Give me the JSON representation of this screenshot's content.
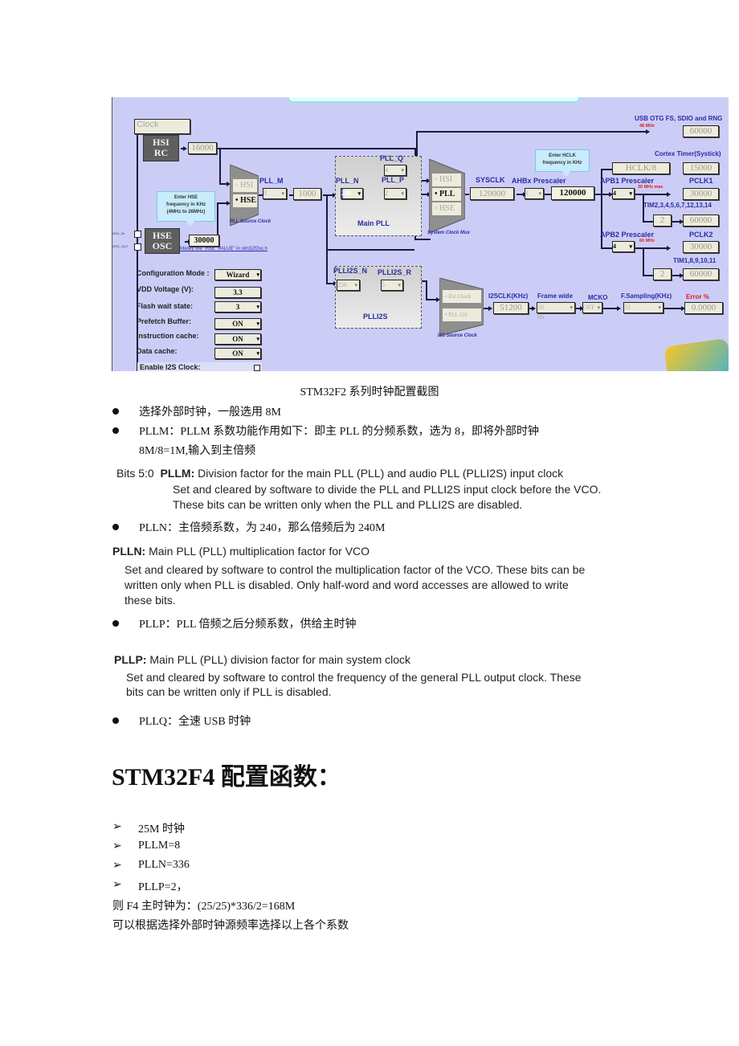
{
  "diagram": {
    "clock_label": "Clock",
    "hsi_rc": [
      "HSI",
      "RC"
    ],
    "hsi_value": "16000",
    "hse_osc": [
      "HSE",
      "OSC"
    ],
    "hse_value": "30000",
    "hse_tooltip": [
      "Enter HSE",
      "frequency in KHz",
      "(4MHz to 26MHz)"
    ],
    "hse_link": "Modify the \"HSE_VALUE\" in stm32f2xx.h",
    "pin_in": "OSC_IN",
    "pin_out": "OSC_OUT",
    "pll_source_mux": {
      "options": [
        "HSI",
        "HSE"
      ],
      "selected": "HSE",
      "label": "PLL Source Clock"
    },
    "pll_m": {
      "label": "PLL_M",
      "value": "8",
      "output": "1000"
    },
    "main_pll": {
      "label": "Main PLL",
      "pll_n": {
        "label": "PLL_N",
        "value": "240"
      },
      "pll_p": {
        "label": "PLL_P",
        "value": "2"
      },
      "pll_q": {
        "label": "PLL_Q",
        "value": "4"
      }
    },
    "system_clock_mux": {
      "options": [
        "HSI",
        "PLL",
        "HSE"
      ],
      "selected": "PLL",
      "label": "System Clock Mux"
    },
    "sysclk": {
      "label": "SYSCLK",
      "value": "120000"
    },
    "ahb_prescaler": {
      "label": "AHBx Prescaler",
      "value": "1"
    },
    "hclk": {
      "value": "120000",
      "tooltip": [
        "Enter HCLK",
        "frequency in KHz"
      ]
    },
    "usb": {
      "label": "USB OTG FS, SDIO and RNG",
      "max": "48 MHz",
      "value": "60000"
    },
    "systick": {
      "label": "Cortex Timer(Systick)",
      "divider": "HCLK/8",
      "value": "15000"
    },
    "apb1": {
      "label": "APB1 Prescaler",
      "max": "30 MHz max",
      "value": "4",
      "pclk_label": "PCLK1",
      "pclk": "30000",
      "tim_label": "TIM2,3,4,5,6,7,12,13,14",
      "tim_mult": "2",
      "tim_value": "60000"
    },
    "apb2": {
      "label": "APB2 Prescaler",
      "max": "60 MHz",
      "value": "4",
      "pclk_label": "PCLK2",
      "pclk": "30000",
      "tim_label": "TIM1,8,9,10,11",
      "tim_mult": "2",
      "tim_value": "60000"
    },
    "plli2s": {
      "label": "PLLI2S",
      "n": {
        "label": "PLLI2S_N",
        "value": "256"
      },
      "r": {
        "label": "PLLI2S_R",
        "value": "5"
      }
    },
    "i2s_mux": {
      "options": [
        "Ext.Clock",
        "PLL I2S"
      ],
      "selected": "PLL I2S",
      "label": "I2S Source Clock"
    },
    "i2sclk": {
      "label": "I2SCLK(KHz)",
      "value": "51200"
    },
    "frame_wide": {
      "label": "Frame wide",
      "value": "16 bit"
    },
    "mcko": {
      "label": "MCKO",
      "value": "OFF"
    },
    "fsampling": {
      "label": "F.Sampling(KHz)",
      "value": "32"
    },
    "error": {
      "label": "Error %",
      "value": "0.0000"
    },
    "config": [
      {
        "label": "Configuration Mode :",
        "value": "Wizard",
        "dropdown": true
      },
      {
        "label": "VDD Voltage (V):",
        "value": "3.3",
        "dropdown": false
      },
      {
        "label": "Flash wait state:",
        "value": "3",
        "dropdown": true
      },
      {
        "label": "Prefetch Buffer:",
        "value": "ON",
        "dropdown": true
      },
      {
        "label": "Instruction cache:",
        "value": "ON",
        "dropdown": true
      },
      {
        "label": "Data cache:",
        "value": "ON",
        "dropdown": true
      }
    ],
    "enable_i2s_label": "Enable I2S Clock:"
  },
  "doc": {
    "caption": "STM32F2 系列时钟配置截图",
    "bullets_1": [
      "选择外部时钟，一般选用 8M",
      "PLLM：PLLM 系数功能作用如下：即主 PLL 的分频系数，选为 8，即将外部时钟",
      "8M/8=1M,输入到主倍频"
    ],
    "pllm_ref": {
      "bits": "Bits 5:0",
      "name": "PLLM:",
      "title": " Division factor for the main PLL (PLL) and audio PLL (PLLI2S) input clock",
      "line1": "Set and cleared by software to divide the PLL and PLLI2S input clock before the VCO.",
      "line2": "These bits can be written only when the PLL and PLLI2S are disabled."
    },
    "plln_bullet": "PLLN：主倍频系数，为 240，那么倍频后为 240M",
    "plln_ref": {
      "name": "PLLN:",
      "title": " Main PLL (PLL) multiplication factor for VCO",
      "line1": "Set and cleared by software to control the multiplication factor of the VCO. These bits can be",
      "line2": "written only when PLL is disabled. Only half-word and word accesses are allowed to write",
      "line3": "these bits."
    },
    "pllp_bullet": "PLLP：PLL 倍频之后分频系数，供给主时钟",
    "pllp_ref": {
      "name": "PLLP:",
      "title": " Main PLL (PLL) division factor for main system clock",
      "line1": "Set and cleared by software to control the frequency of the general PLL output clock. These",
      "line2": "bits can be written only if PLL is disabled."
    },
    "pllq_bullet": "PLLQ：全速 USB 时钟",
    "f4_heading": "STM32F4 配置函数：",
    "f4_items": [
      "25M 时钟",
      "PLLM=8",
      "PLLN=336",
      "PLLP=2，"
    ],
    "f4_result": "则 F4 主时钟为：(25/25)*336/2=168M",
    "f4_note": "可以根据选择外部时钟源频率选择以上各个系数"
  }
}
